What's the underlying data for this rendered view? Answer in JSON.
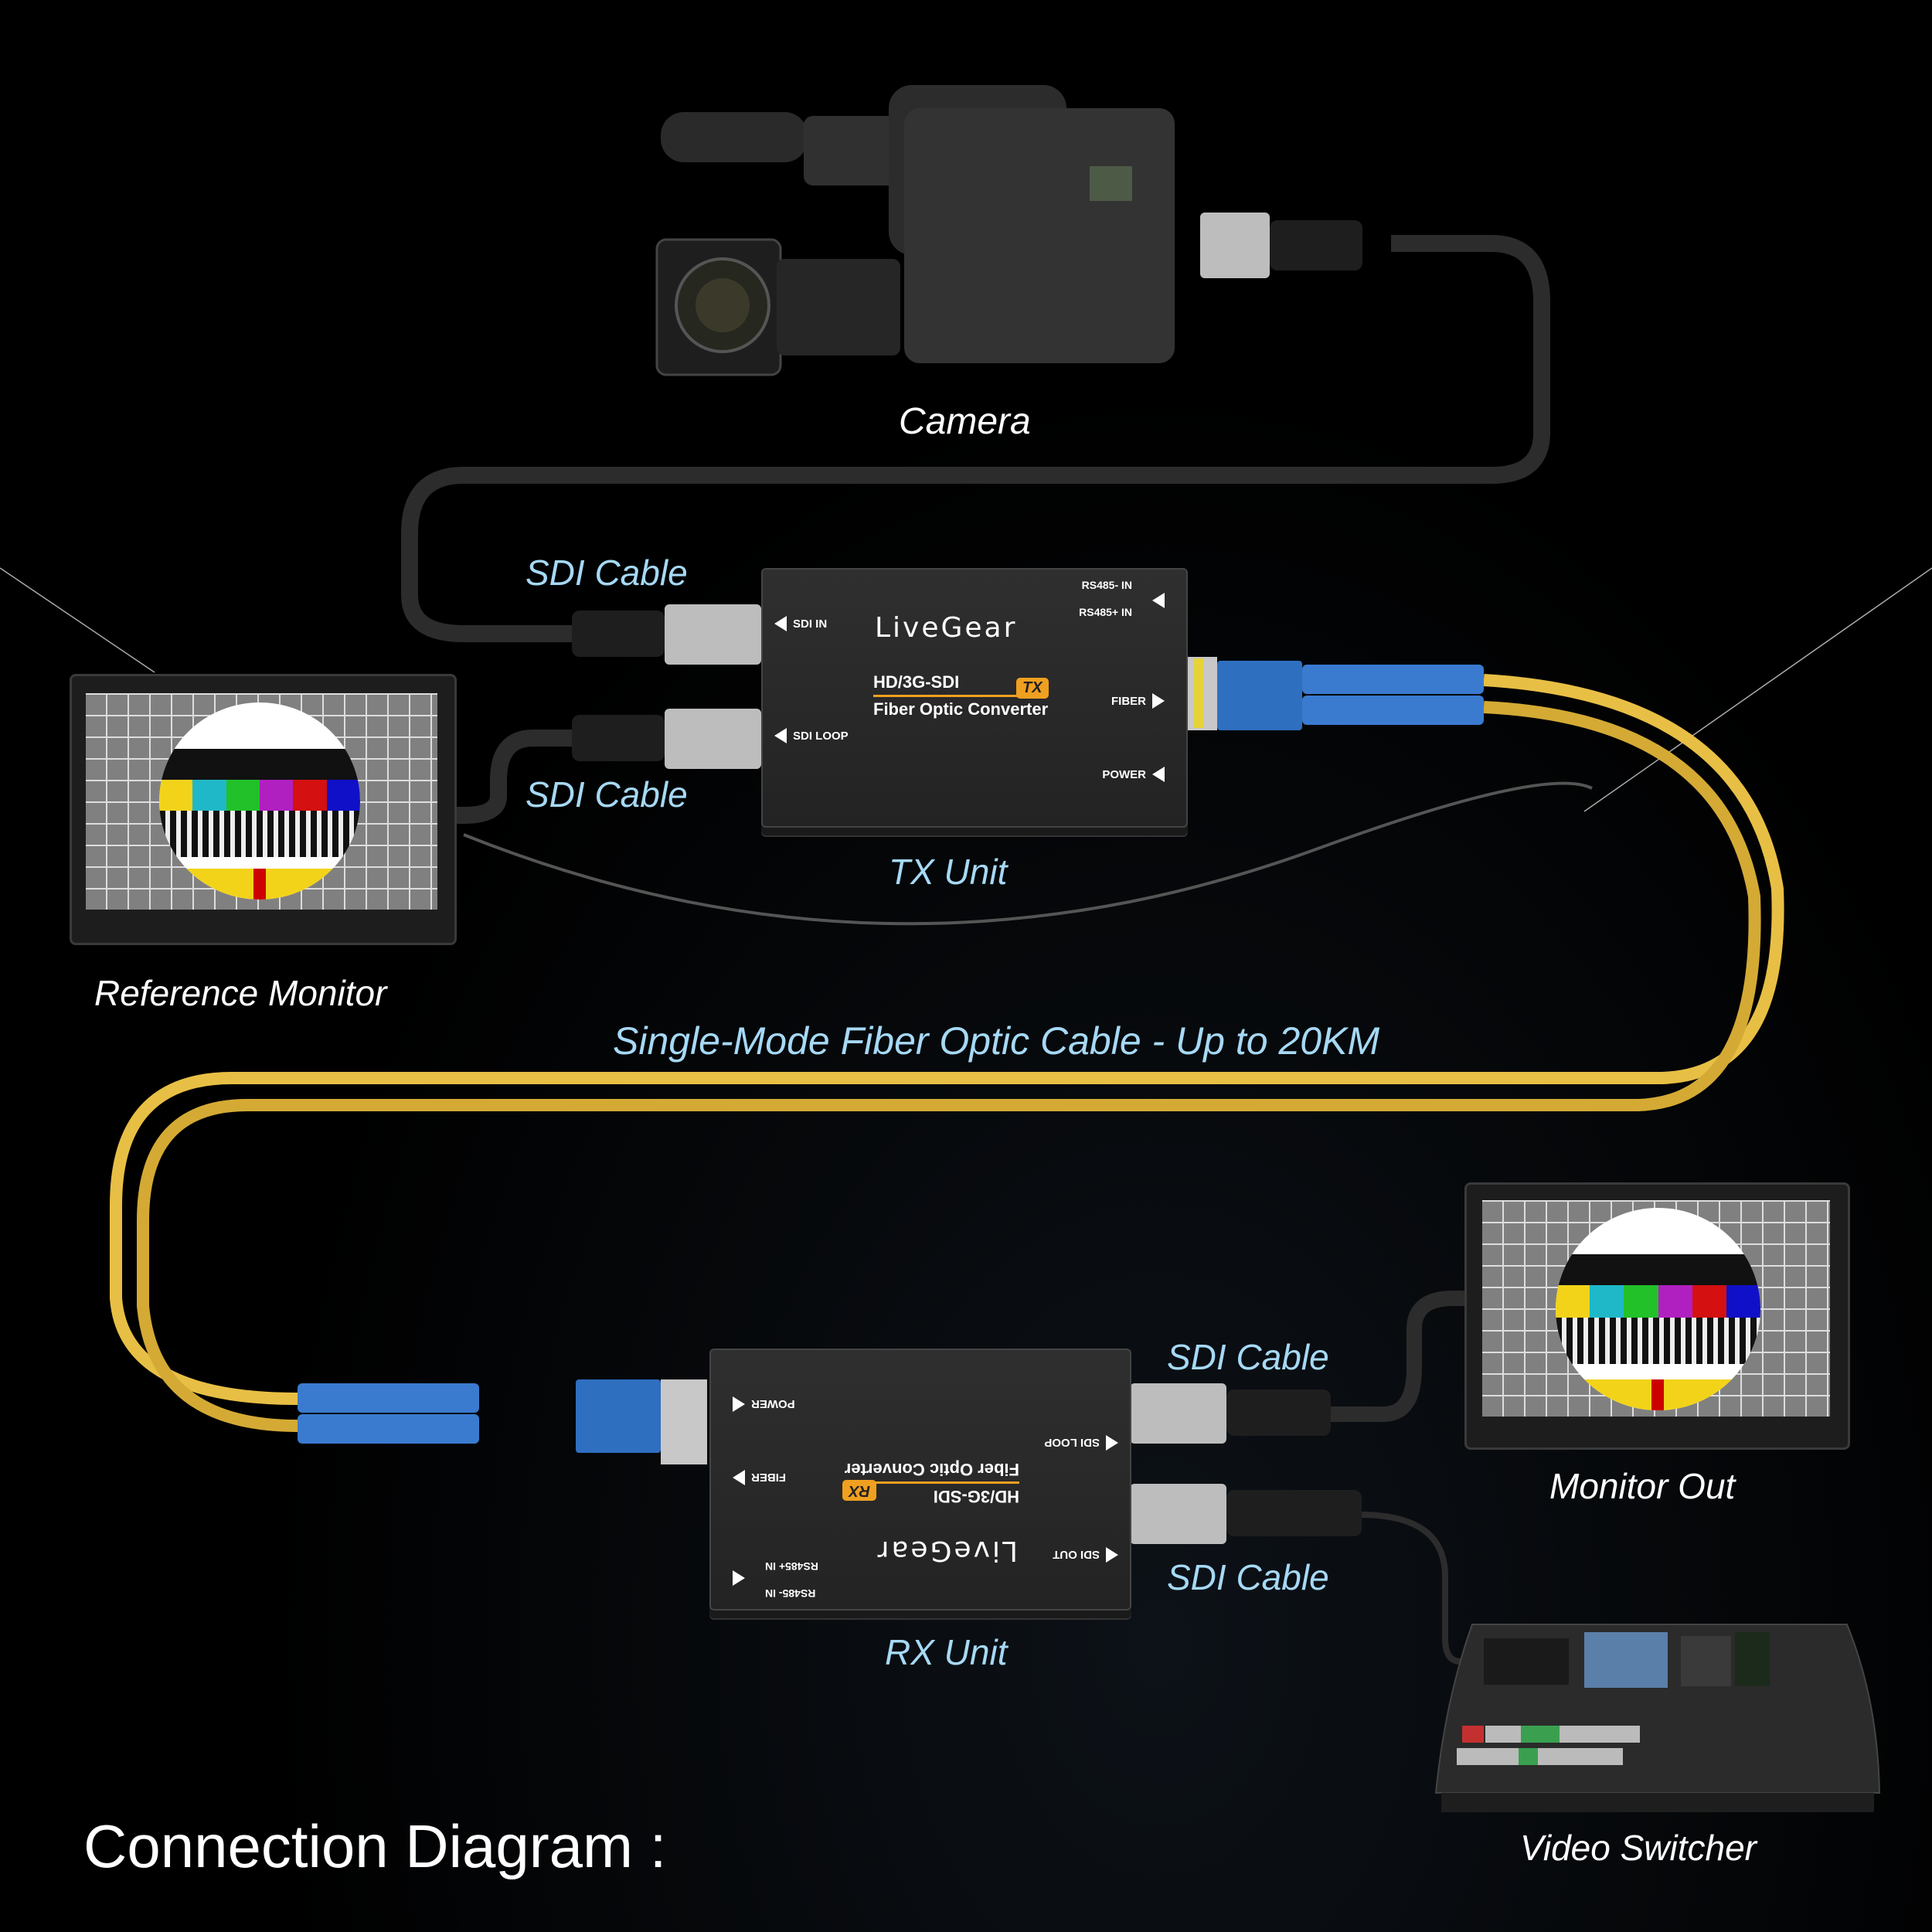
{
  "title": "Connection Diagram :",
  "devices": {
    "camera": {
      "label": "Camera"
    },
    "reference_monitor": {
      "label": "Reference Monitor"
    },
    "monitor_out": {
      "label": "Monitor Out"
    },
    "video_switcher": {
      "label": "Video Switcher"
    }
  },
  "cables": {
    "sdi_tx_in": "SDI Cable",
    "sdi_tx_loop": "SDI Cable",
    "sdi_rx_loop": "SDI Cable",
    "sdi_rx_out": "SDI Cable",
    "fiber": "Single-Mode Fiber Optic Cable  - Up to 20KM"
  },
  "tx_unit": {
    "label": "TX Unit",
    "brand": "LiveGear",
    "model_line1": "HD/3G-SDI",
    "model_line2": "Fiber Optic Converter",
    "badge": "TX",
    "ports": {
      "sdi_in": "SDI IN",
      "sdi_loop": "SDI LOOP",
      "rs485_minus": "RS485- IN",
      "rs485_plus": "RS485+ IN",
      "fiber": "FIBER",
      "power": "POWER"
    }
  },
  "rx_unit": {
    "label": "RX Unit",
    "brand": "LiveGear",
    "model_line1": "HD/3G-SDI",
    "model_line2": "Fiber Optic Converter",
    "badge": "RX",
    "ports": {
      "power": "POWER",
      "fiber": "FIBER",
      "rs485_plus": "RS485+ IN",
      "rs485_minus": "RS485- IN",
      "sdi_loop": "SDI LOOP",
      "sdi_out": "SDI OUT"
    }
  },
  "colors": {
    "label_blue": "#a6d9f5",
    "fiber_yellow": "#e8bf45",
    "connector_blue": "#2f6fc0",
    "badge_orange": "#f0a020",
    "unit_body": "#2a2a2a"
  }
}
